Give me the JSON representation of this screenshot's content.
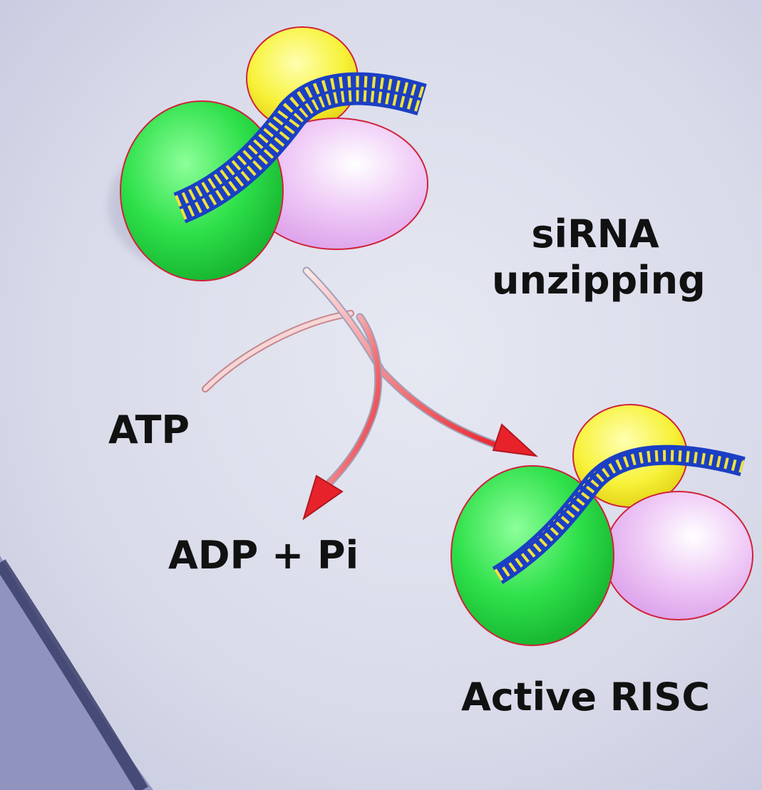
{
  "labels": {
    "unzipping_line1": "siRNA",
    "unzipping_line2": "unzipping",
    "atp": "ATP",
    "adp": "ADP + Pi",
    "active_risc": "Active RISC"
  },
  "colors": {
    "background": "#d9dbe9",
    "green_protein": "#2ee04a",
    "yellow_protein": "#f7f23a",
    "pink_protein": "#e9b8f3",
    "protein_outline": "#d0223a",
    "rna_backbone": "#1b3fc4",
    "rna_rungs": "#f2e23a",
    "arrow_red": "#e8222a",
    "arrow_pale": "#f2c8c8"
  },
  "icons": [
    "inactive-risc-complex-icon",
    "active-risc-complex-icon",
    "reaction-arrow-icon"
  ]
}
